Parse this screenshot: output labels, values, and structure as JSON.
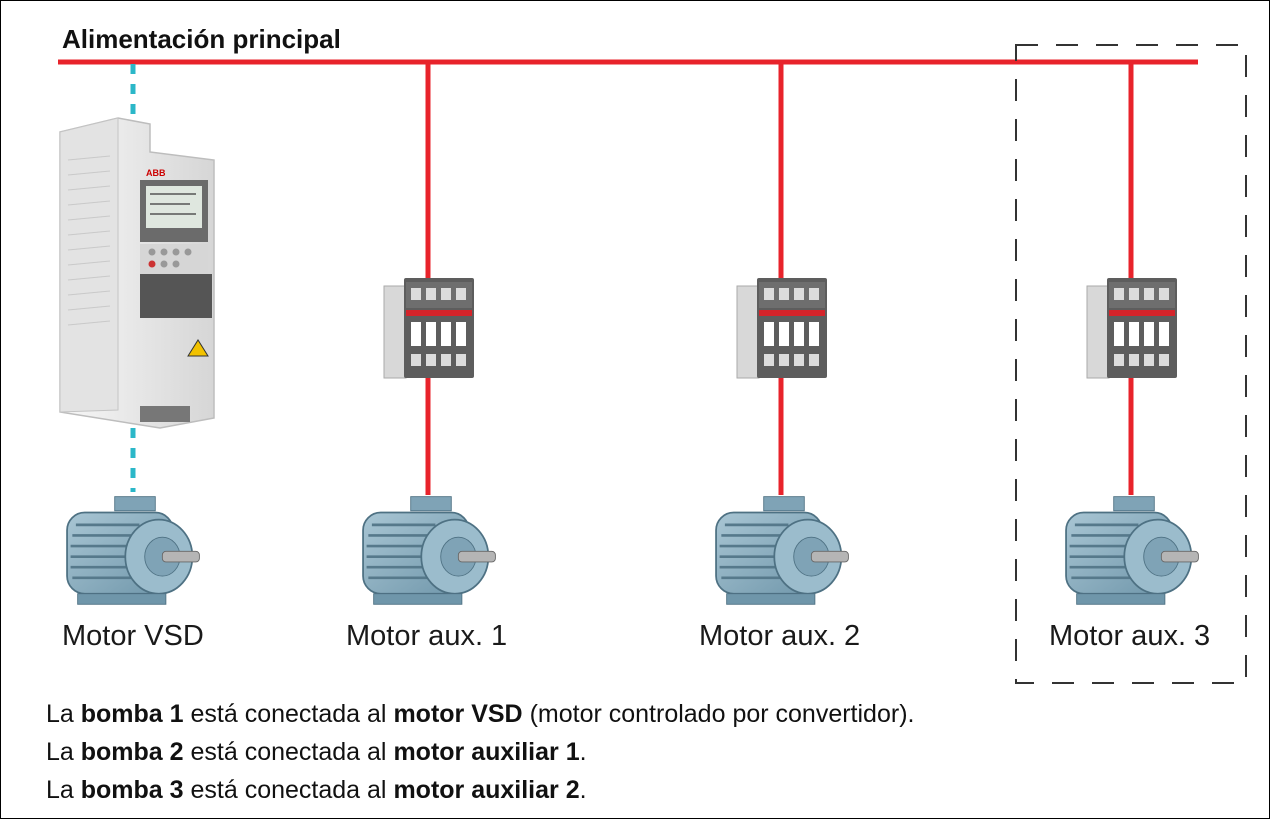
{
  "title": "Alimentación principal",
  "colors": {
    "supply_line": "#e8232b",
    "control_link": "#2bb7c8",
    "text": "#111111",
    "motor_body": "#8fb2c4",
    "contactor_body": "#5d5d5d",
    "drive_body": "#eeeeee"
  },
  "icons": {
    "drive": "vsd-drive-icon",
    "contactor": "contactor-icon",
    "motor": "electric-motor-icon",
    "optional": "dashed-box-optional"
  },
  "motors": [
    {
      "id": "vsd",
      "label": "Motor VSD"
    },
    {
      "id": "aux1",
      "label": "Motor aux. 1"
    },
    {
      "id": "aux2",
      "label": "Motor aux. 2"
    },
    {
      "id": "aux3",
      "label": "Motor aux. 3"
    }
  ],
  "notes": [
    {
      "p1": "La ",
      "b1": "bomba 1",
      "p2": " está conectada al ",
      "b2": "motor VSD",
      "p3": " (motor controlado por convertidor)."
    },
    {
      "p1": "La ",
      "b1": "bomba 2",
      "p2": " está conectada al ",
      "b2": "motor auxiliar 1",
      "p3": "."
    },
    {
      "p1": "La ",
      "b1": "bomba 3",
      "p2": " está conectada al ",
      "b2": "motor auxiliar 2",
      "p3": "."
    }
  ]
}
